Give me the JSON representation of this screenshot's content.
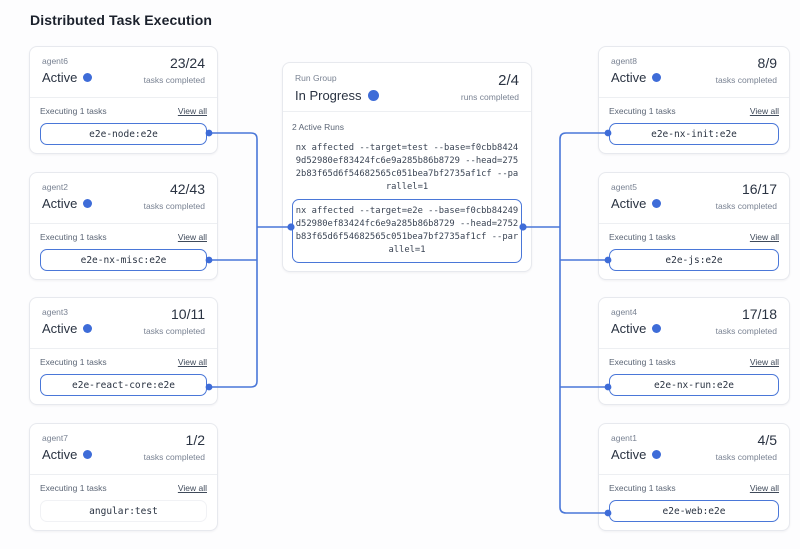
{
  "title": "Distributed Task Execution",
  "colors": {
    "accent_blue": "#4a77d8",
    "dot_blue": "#3e6cd8"
  },
  "labels": {
    "tasks_completed": "tasks completed",
    "executing": "Executing 1 tasks",
    "view_all": "View all"
  },
  "agents_left": [
    {
      "name": "agent6",
      "status": "Active",
      "count": "23/24",
      "task": "e2e-node:e2e"
    },
    {
      "name": "agent2",
      "status": "Active",
      "count": "42/43",
      "task": "e2e-nx-misc:e2e"
    },
    {
      "name": "agent3",
      "status": "Active",
      "count": "10/11",
      "task": "e2e-react-core:e2e"
    },
    {
      "name": "agent7",
      "status": "Active",
      "count": "1/2",
      "task": "angular:test"
    }
  ],
  "agents_right": [
    {
      "name": "agent8",
      "status": "Active",
      "count": "8/9",
      "task": "e2e-nx-init:e2e"
    },
    {
      "name": "agent5",
      "status": "Active",
      "count": "16/17",
      "task": "e2e-js:e2e"
    },
    {
      "name": "agent4",
      "status": "Active",
      "count": "17/18",
      "task": "e2e-nx-run:e2e"
    },
    {
      "name": "agent1",
      "status": "Active",
      "count": "4/5",
      "task": "e2e-web:e2e"
    }
  ],
  "run_group": {
    "label": "Run Group",
    "status": "In Progress",
    "count": "2/4",
    "count_label": "runs completed",
    "active_runs": "2 Active Runs",
    "command_plain": "nx affected --target=test --base=f0cbb84249d52980ef83424fc6e9a285b86b8729 --head=2752b83f65d6f54682565c051bea7bf2735af1cf --parallel=1",
    "command_highlighted": "nx affected --target=e2e --base=f0cbb84249d52980ef83424fc6e9a285b86b8729 --head=2752b83f65d6f54682565c051bea7bf2735af1cf --parallel=1"
  }
}
